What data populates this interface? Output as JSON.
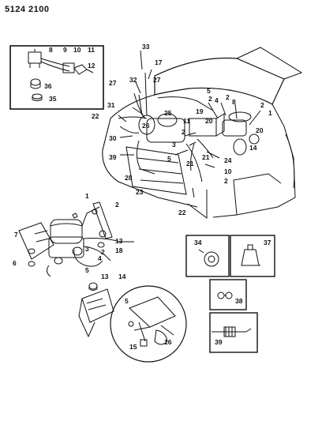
{
  "document_number": "5124 2100",
  "callouts": {
    "inset_tl": [
      "8",
      "9",
      "10",
      "11",
      "12",
      "36",
      "35"
    ],
    "engine_bay": [
      "33",
      "17",
      "32",
      "27",
      "27",
      "31",
      "22",
      "26",
      "25",
      "11",
      "30",
      "39",
      "28",
      "23",
      "5",
      "2",
      "4",
      "2",
      "8",
      "2",
      "1",
      "19",
      "20",
      "2",
      "20",
      "3",
      "14",
      "5",
      "21",
      "24",
      "10",
      "21",
      "2",
      "22"
    ],
    "assembly_left": [
      "1",
      "2",
      "7",
      "6",
      "3",
      "4",
      "5",
      "13",
      "18",
      "2"
    ],
    "assembly_bottom": [
      "13",
      "14",
      "5",
      "16",
      "15"
    ],
    "boxes_right": [
      "34",
      "37",
      "38",
      "39"
    ]
  }
}
